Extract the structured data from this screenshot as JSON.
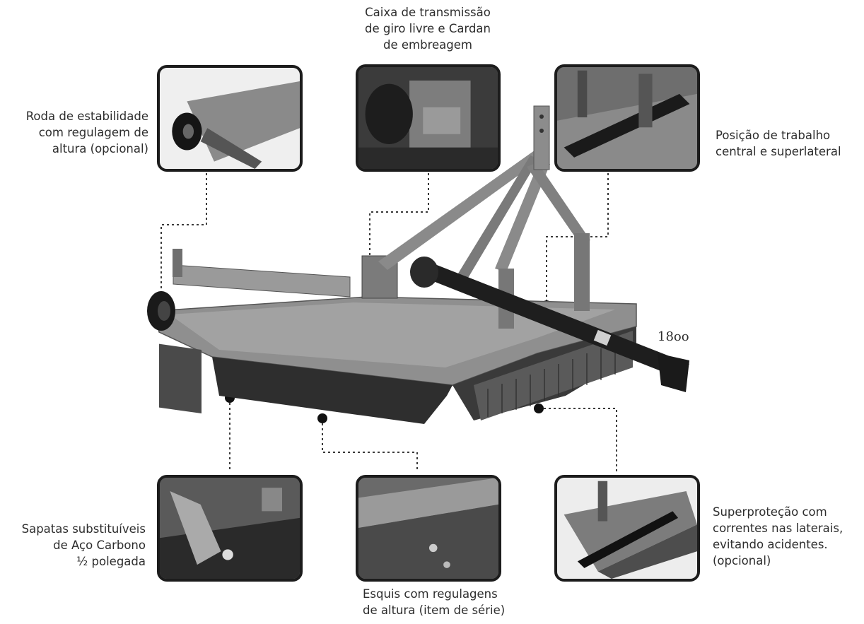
{
  "callouts": {
    "gearbox": [
      "Caixa de transmissão",
      "de giro livre e Cardan",
      "de embreagem"
    ],
    "wheel": [
      "Roda de estabilidade",
      "com regulagem de",
      "altura (opcional)"
    ],
    "position": [
      "Posição de trabalho",
      "central e superlateral"
    ],
    "shoes": [
      "Sapatas substituíveis",
      "de Aço Carbono",
      "½ polegada"
    ],
    "skis": [
      "Esquis com regulagens",
      "de altura (item de série)"
    ],
    "chains": [
      "Superproteção com",
      "correntes nas laterais,",
      "evitando acidentes.",
      "(opcional)"
    ]
  },
  "model_label": "18oo",
  "colors": {
    "frame": "#1c1c1c",
    "line": "#3a3a3a",
    "deck": "#8a8a8a"
  }
}
